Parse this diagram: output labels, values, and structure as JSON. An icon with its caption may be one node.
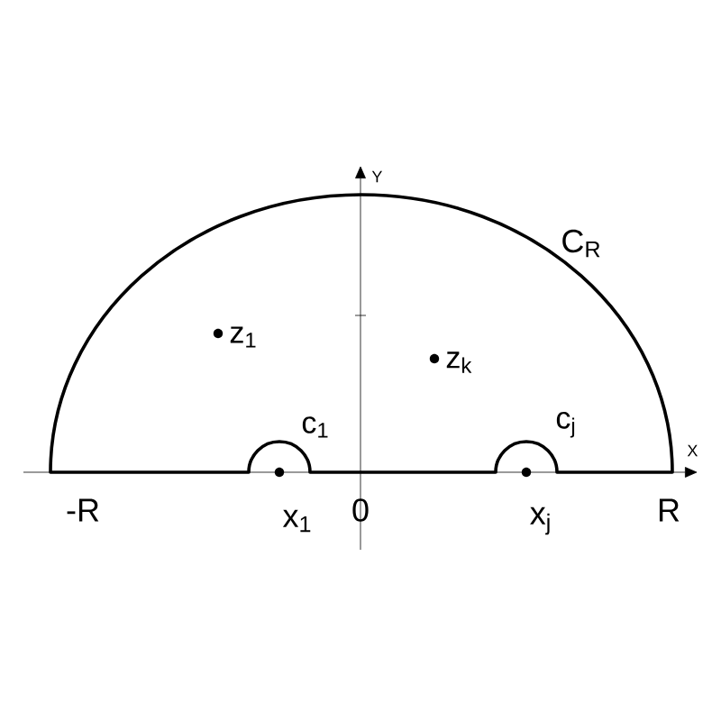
{
  "diagram": {
    "labels": [
      "Y",
      "C$_{R}$",
      "z$_{1}$",
      "z$_{k}$",
      "c$_{1}$",
      "c$_{j}$",
      "X",
      "-R",
      "x$_{1}$",
      "0",
      "x$_{j}$",
      "R"
    ]
  }
}
